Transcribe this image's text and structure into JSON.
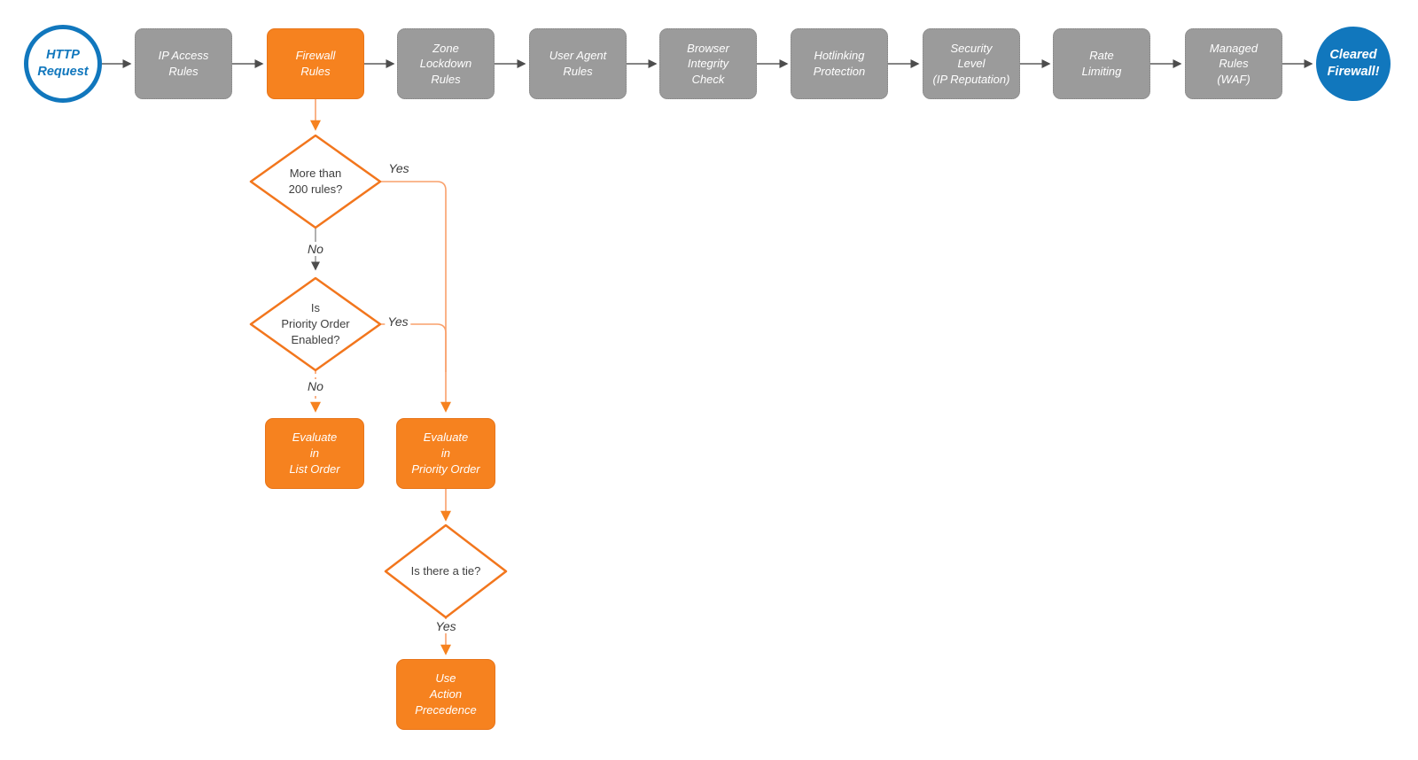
{
  "diagram": {
    "colors": {
      "accent_orange": "#F6821F",
      "node_gray": "#9B9B9B",
      "brand_blue": "#1177BD",
      "line_light_orange": "#F9A06B",
      "line_dark": "#555555",
      "text_dark": "#3f3f3f"
    },
    "pipeline": {
      "start_label": "HTTP\nRequest",
      "stages": [
        {
          "label": "IP Access\nRules"
        },
        {
          "label": "Firewall\nRules"
        },
        {
          "label": "Zone\nLockdown\nRules"
        },
        {
          "label": "User Agent\nRules"
        },
        {
          "label": "Browser\nIntegrity\nCheck"
        },
        {
          "label": "Hotlinking\nProtection"
        },
        {
          "label": "Security\nLevel\n(IP Reputation)"
        },
        {
          "label": "Rate\nLimiting"
        },
        {
          "label": "Managed\nRules\n(WAF)"
        }
      ],
      "end_label": "Cleared\nFirewall!"
    },
    "decisions": {
      "more_rules": {
        "label": "More than\n200 rules?",
        "yes": "Yes",
        "no": "No"
      },
      "priority_enabled": {
        "label": "Is\nPriority Order\nEnabled?",
        "yes": "Yes",
        "no": "No"
      },
      "tie": {
        "label": "Is there a tie?",
        "yes": "Yes"
      }
    },
    "actions": {
      "list_order": "Evaluate\nin\nList Order",
      "priority_order": "Evaluate\nin\nPriority Order",
      "action_precedence": "Use\nAction\nPrecedence"
    }
  }
}
